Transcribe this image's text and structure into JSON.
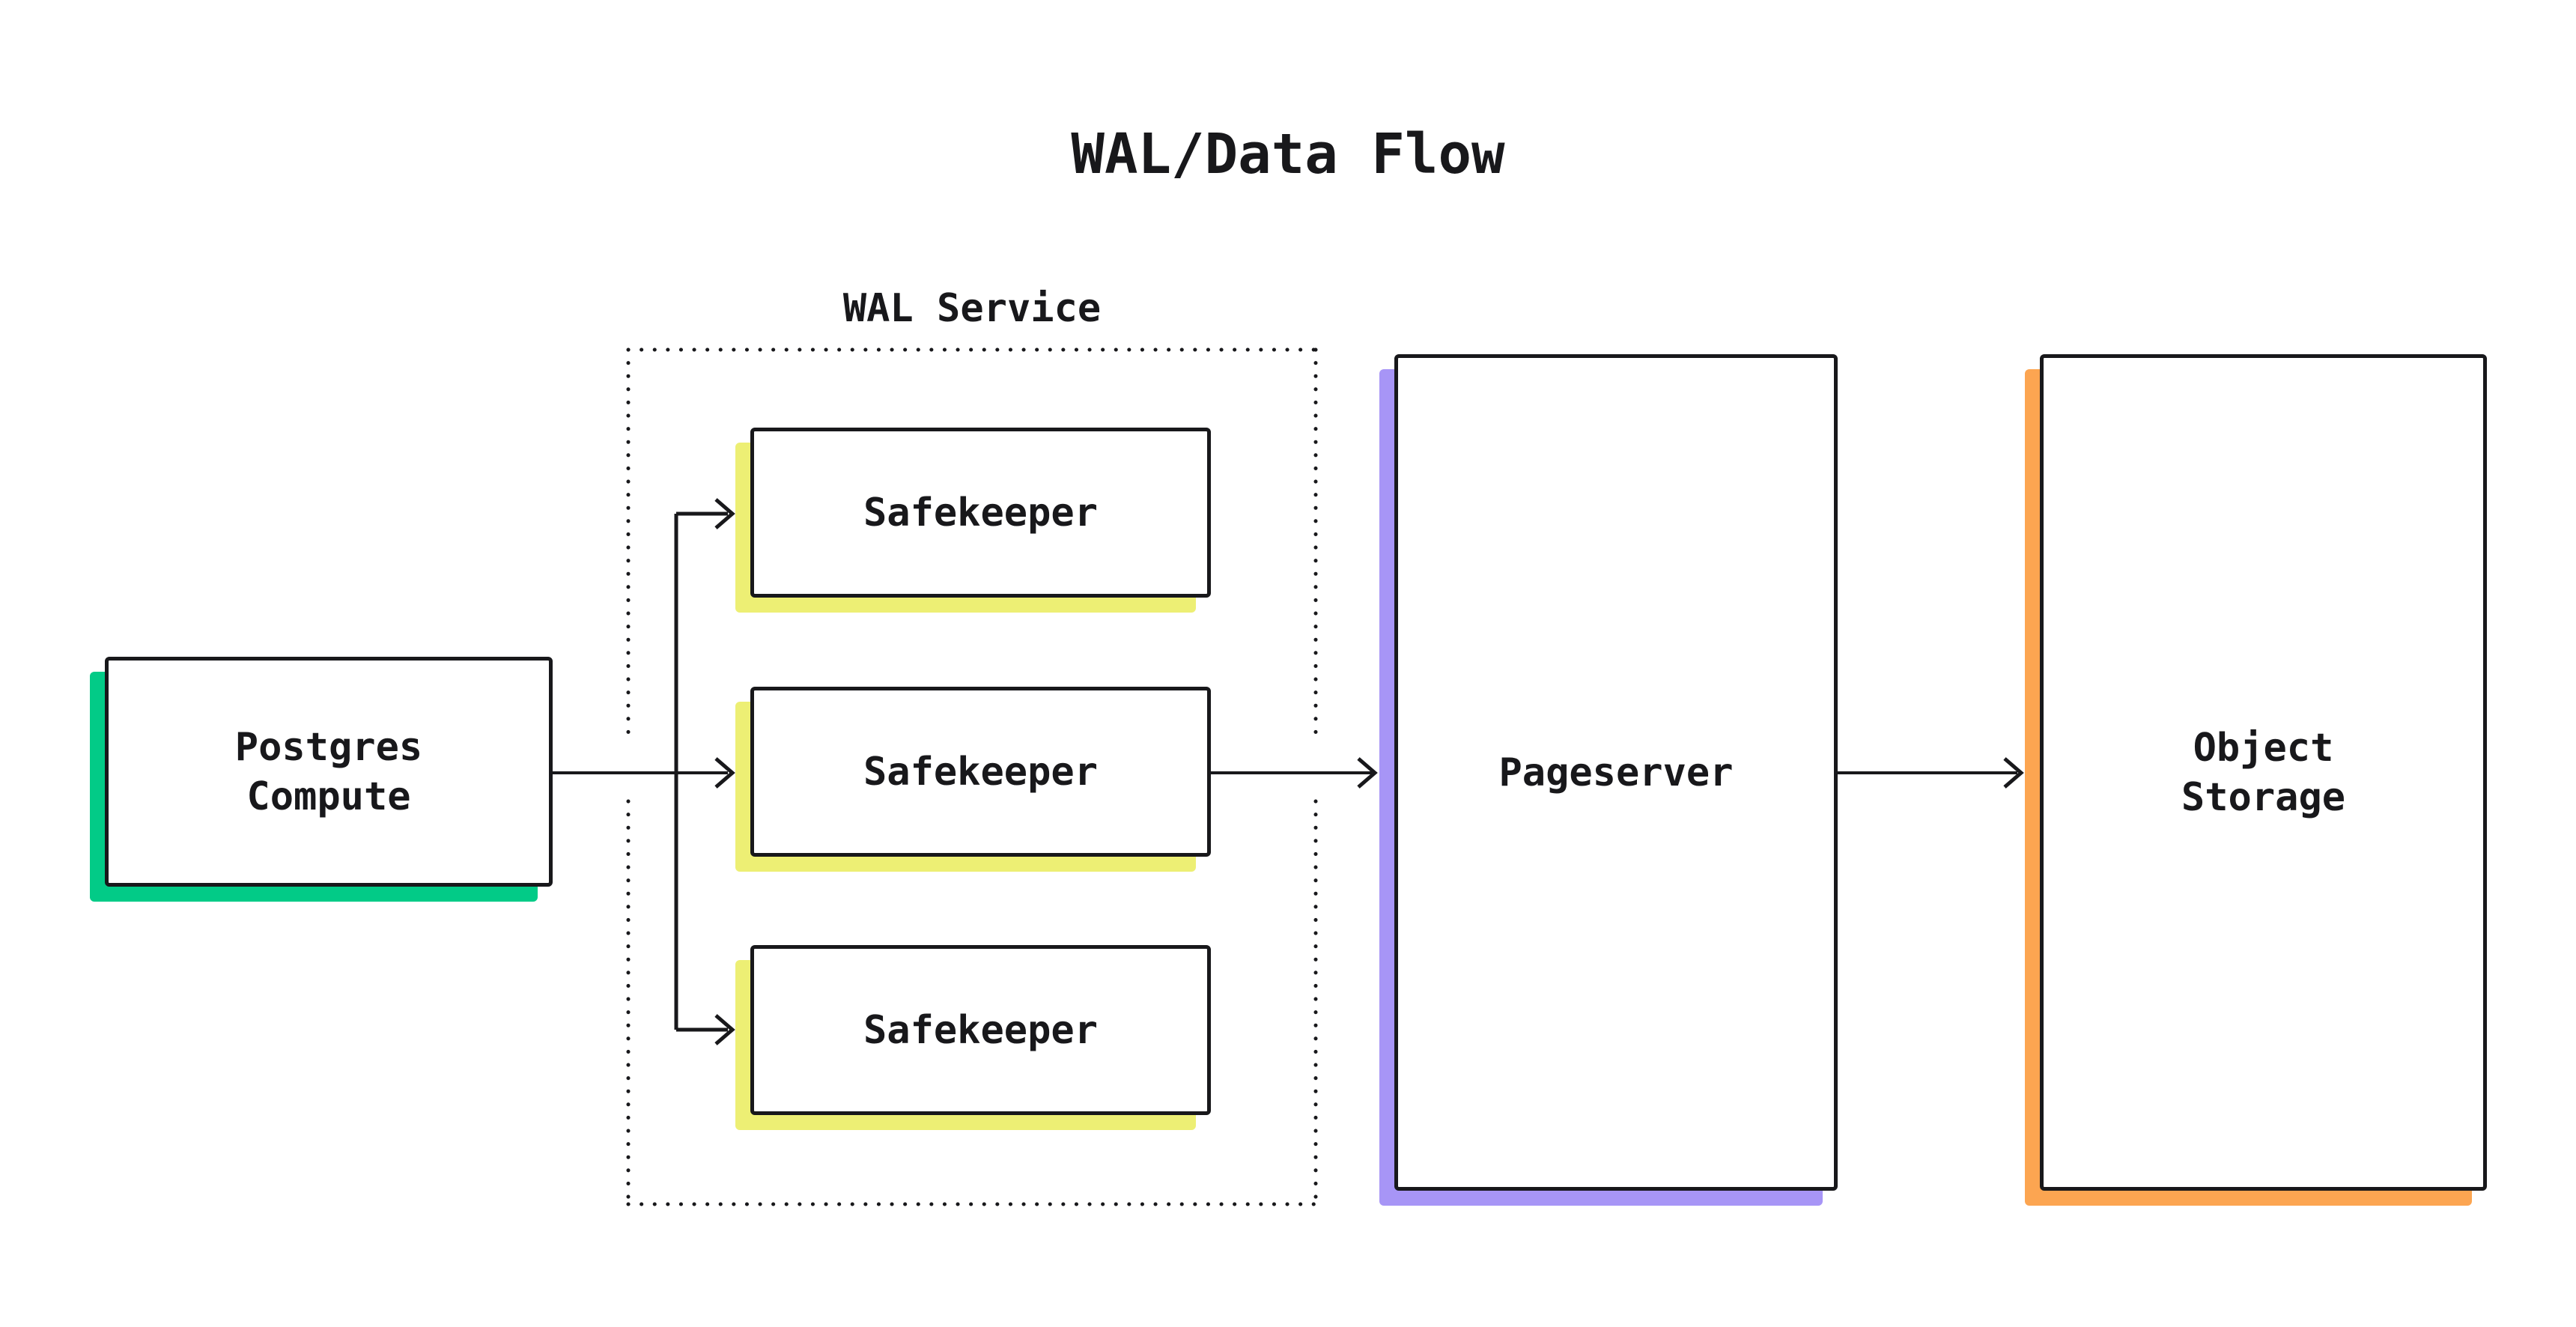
{
  "title": "WAL/Data Flow",
  "wal_service": {
    "label": "WAL Service"
  },
  "nodes": {
    "postgres_compute": {
      "label": "Postgres\nCompute",
      "accent": "#02cb87"
    },
    "safekeeper_1": {
      "label": "Safekeeper",
      "accent": "#edef74"
    },
    "safekeeper_2": {
      "label": "Safekeeper",
      "accent": "#edef74"
    },
    "safekeeper_3": {
      "label": "Safekeeper",
      "accent": "#edef74"
    },
    "pageserver": {
      "label": "Pageserver",
      "accent": "#a795f6"
    },
    "object_storage": {
      "label": "Object\nStorage",
      "accent": "#fca551"
    }
  },
  "edges": [
    {
      "from": "postgres_compute",
      "to": "safekeeper_1"
    },
    {
      "from": "postgres_compute",
      "to": "safekeeper_2"
    },
    {
      "from": "postgres_compute",
      "to": "safekeeper_3"
    },
    {
      "from": "safekeeper_2",
      "to": "pageserver"
    },
    {
      "from": "pageserver",
      "to": "object_storage"
    }
  ],
  "colors": {
    "background": "#ffffff",
    "ink": "#18181b",
    "postgres_accent": "#02cb87",
    "safekeeper_accent": "#edef74",
    "pageserver_accent": "#a795f6",
    "object_storage_accent": "#fca551"
  }
}
